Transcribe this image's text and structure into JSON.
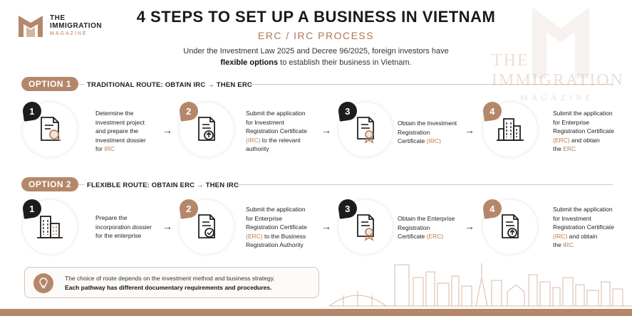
{
  "brand": {
    "line1": "THE",
    "line2": "IMMIGRATION",
    "line3": "MAGAZINE",
    "accent_color": "#b5876a",
    "watermark_line1": "THE",
    "watermark_line2": "IMMIGRATION",
    "watermark_line3": "MAGAZINE"
  },
  "header": {
    "title": "4 STEPS TO SET UP A BUSINESS IN VIETNAM",
    "subtitle": "ERC / IRC PROCESS",
    "intro_part1": "Under the Investment Law 2025 and Decree 96/2025, foreign investors have",
    "intro_bold": "flexible options",
    "intro_part2": " to establish their business in Vietnam."
  },
  "option1": {
    "badge": "OPTION 1",
    "title": "TRADITIONAL ROUTE: OBTAIN IRC → THEN ERC",
    "steps": [
      {
        "num": "1",
        "icon": "document-search-icon",
        "lines": [
          "Determine the",
          "investment project",
          "and prepare the",
          "investment dossier"
        ],
        "last_pre": "for ",
        "last_hl": "IRC"
      },
      {
        "num": "2",
        "icon": "document-upload-icon",
        "lines": [
          "Submit the application",
          "for Investment",
          "Registration Certificate"
        ],
        "mid_hl": "(IRC)",
        "mid_post": " to the relevant",
        "last": "authority"
      },
      {
        "num": "3",
        "icon": "certificate-icon",
        "lines": [
          "Obtain the Investment",
          "Registration"
        ],
        "last_pre": "Certificate ",
        "last_hl": "(IRC)"
      },
      {
        "num": "4",
        "icon": "buildings-icon",
        "lines": [
          "Submit the application",
          "for Enterprise",
          "Registration Certificate"
        ],
        "mid_hl": "(ERC)",
        "mid_post": " and obtain",
        "last_pre": "the ",
        "last_hl": "ERC"
      }
    ]
  },
  "option2": {
    "badge": "OPTION 2",
    "title": "FLEXIBLE ROUTE: OBTAIN ERC → THEN IRC",
    "steps": [
      {
        "num": "1",
        "icon": "buildings-icon",
        "lines": [
          "Prepare the",
          "incorporation dossier",
          "for the enterprise"
        ]
      },
      {
        "num": "2",
        "icon": "document-check-icon",
        "lines": [
          "Submit the application",
          "for Enterprise",
          "Registration Certificate"
        ],
        "mid_hl": "(ERC)",
        "mid_post": " to the Business",
        "last": "Registration Authority"
      },
      {
        "num": "3",
        "icon": "certificate-icon",
        "lines": [
          "Obtain the Enterprise",
          "Registration"
        ],
        "last_pre": "Certificate ",
        "last_hl": "(ERC)"
      },
      {
        "num": "4",
        "icon": "document-upload-icon",
        "lines": [
          "Submit the application",
          "for Investment",
          "Registration Certificate"
        ],
        "mid_hl": "(IRC)",
        "mid_post": " and obtain",
        "last_pre": "the ",
        "last_hl": "IRC"
      }
    ]
  },
  "note": {
    "icon": "lightbulb-icon",
    "line1": "The choice of route depends on the investment method and business strategy.",
    "line2": "Each pathway has different documentary requirements and procedures."
  },
  "arrow_glyph": "→"
}
